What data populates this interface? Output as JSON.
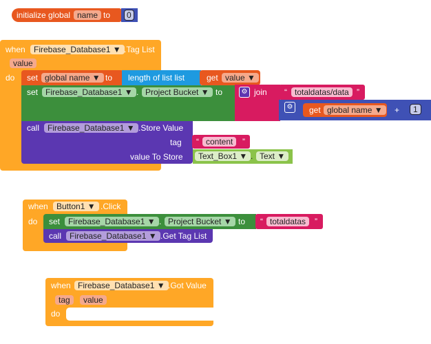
{
  "init": {
    "label": "initialize global",
    "var": "name",
    "to": "to",
    "value": "0"
  },
  "taglist": {
    "when": "when",
    "component": "Firebase_Database1 ▼",
    "event": ".Tag List",
    "param": "value",
    "do": "do",
    "set1": {
      "set": "set",
      "var": "global name ▼",
      "to": "to",
      "len": "length of list  list",
      "get": "get",
      "getvar": "value ▼"
    },
    "set2": {
      "set": "set",
      "component": "Firebase_Database1 ▼",
      "dot": ".",
      "prop": "Project Bucket ▼",
      "to": "to",
      "join": "join",
      "q1": "“",
      "text": "totaldatas/data",
      "q2": "”",
      "get": "get",
      "getvar": "global name ▼",
      "plus": "+",
      "num": "1"
    },
    "call": {
      "call": "call",
      "component": "Firebase_Database1 ▼",
      "method": ".Store Value",
      "tag": "tag",
      "tagq1": "“",
      "tagtext": "content",
      "tagq2": "”",
      "vts": "value To Store",
      "tb": "Text_Box1 ▼",
      "dot": ".",
      "prop": "Text ▼"
    }
  },
  "click": {
    "when": "when",
    "component": "Button1 ▼",
    "event": ".Click",
    "do": "do",
    "set": {
      "set": "set",
      "component": "Firebase_Database1 ▼",
      "dot": ".",
      "prop": "Project Bucket ▼",
      "to": "to",
      "q1": "“",
      "text": "totaldatas",
      "q2": "”"
    },
    "call": {
      "call": "call",
      "component": "Firebase_Database1 ▼",
      "method": ".Get Tag List"
    }
  },
  "gotvalue": {
    "when": "when",
    "component": "Firebase_Database1 ▼",
    "event": ".Got Value",
    "p1": "tag",
    "p2": "value",
    "do": "do"
  }
}
